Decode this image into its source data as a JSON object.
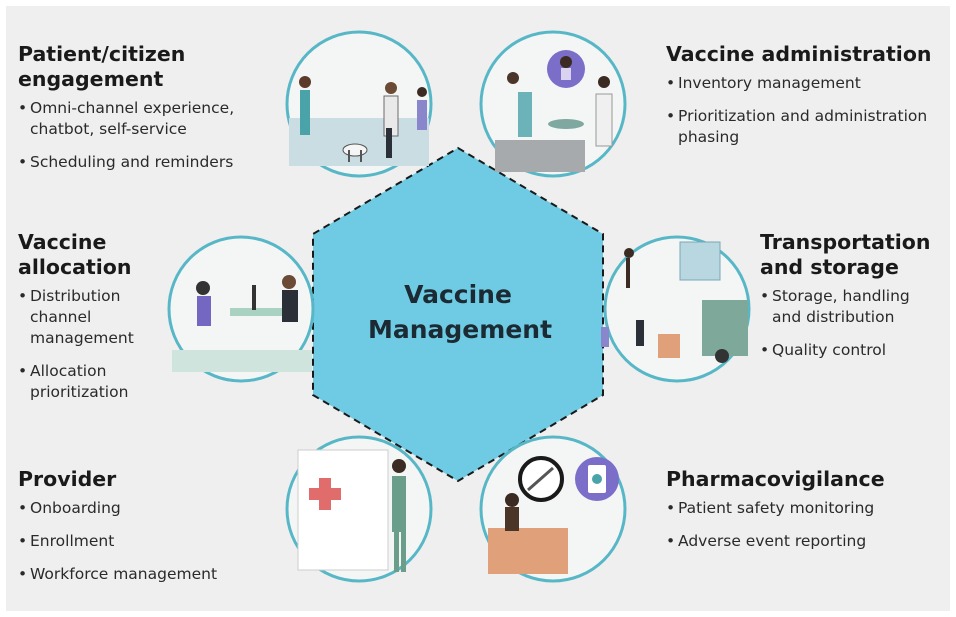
{
  "center": {
    "line1": "Vaccine",
    "line2": "Management"
  },
  "sections": {
    "engagement": {
      "title_line1": "Patient/citizen",
      "title_line2": "engagement",
      "items": [
        "Omni-channel experience, chatbot, self-service",
        "Scheduling and reminders"
      ]
    },
    "administration": {
      "title": "Vaccine administration",
      "items": [
        "Inventory management",
        "Prioritization and administration phasing"
      ]
    },
    "allocation": {
      "title_line1": "Vaccine",
      "title_line2": "allocation",
      "items": [
        "Distribution channel management",
        "Allocation prioritization"
      ]
    },
    "transportation": {
      "title_line1": "Transportation",
      "title_line2": "and storage",
      "items": [
        "Storage, handling and distribution",
        "Quality control"
      ]
    },
    "provider": {
      "title": "Provider",
      "items": [
        "Onboarding",
        "Enrollment",
        "Workforce management"
      ]
    },
    "pharmacovigilance": {
      "title": "Pharmacovigilance",
      "items": [
        "Patient safety monitoring",
        "Adverse event reporting"
      ]
    }
  },
  "colors": {
    "hexagon": "#6ecbe3",
    "circle_border": "#57b7c7",
    "panel_bg": "#efefef"
  },
  "icons": [
    "people-with-dog-illustration",
    "patient-doctor-illustration",
    "office-meeting-illustration",
    "warehouse-truck-illustration",
    "nurse-medical-sign-illustration",
    "syringe-tablet-monitoring-illustration"
  ]
}
